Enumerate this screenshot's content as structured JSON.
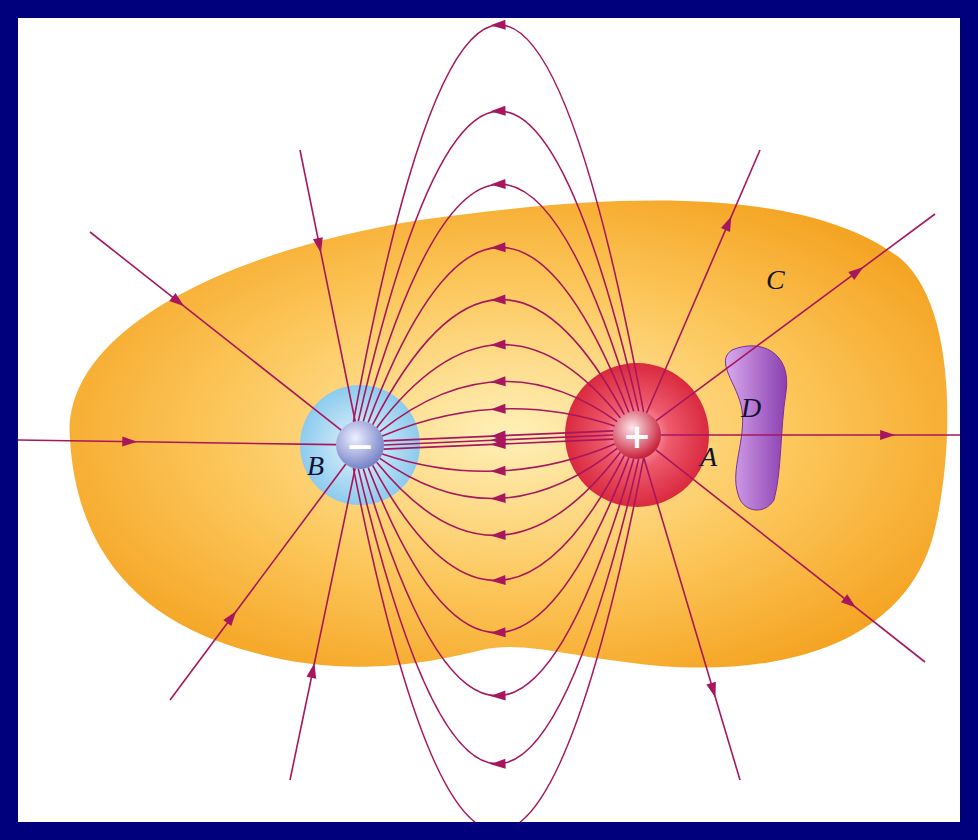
{
  "diagram": {
    "nodes": [
      {
        "text": [
          "C"
        ]
      },
      {
        "text": [
          "−",
          "B"
        ],
        "in": 0
      },
      {
        "text": [
          "+",
          "A"
        ],
        "in": 0
      },
      {
        "text": [
          "D"
        ],
        "in": 0
      }
    ]
  }
}
